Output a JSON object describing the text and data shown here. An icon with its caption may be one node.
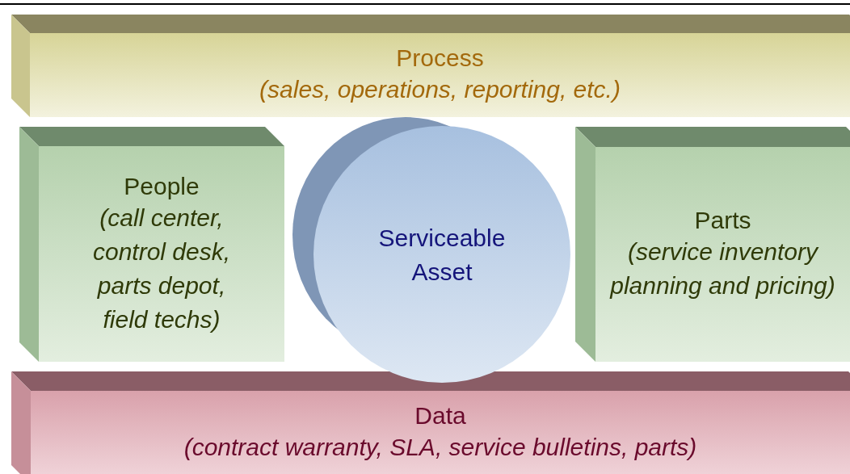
{
  "diagram": {
    "nodes": [
      {
        "text": [
          "Process",
          "(sales, operations, reporting, etc.)"
        ]
      },
      {
        "text": [
          "People",
          "(call center, control desk, parts depot, field techs)"
        ]
      },
      {
        "text": [
          "Serviceable Asset"
        ]
      },
      {
        "text": [
          "Parts",
          "(service inventory planning and pricing)"
        ]
      },
      {
        "text": [
          "Data",
          "(contract warranty, SLA, service bulletins, parts)"
        ]
      }
    ]
  }
}
